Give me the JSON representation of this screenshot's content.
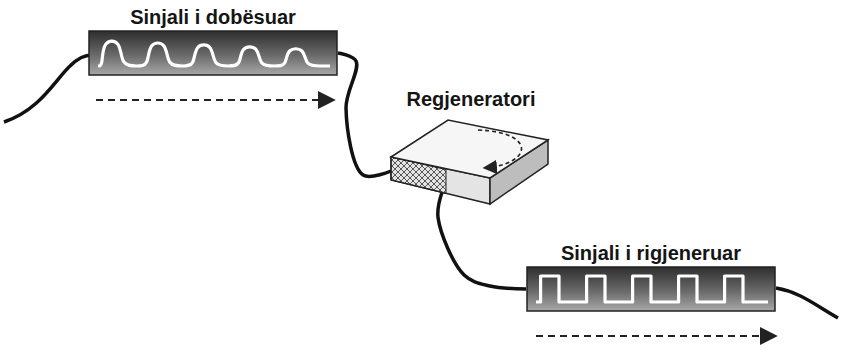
{
  "diagram": {
    "nodes": [
      {
        "text": [
          "Sinjali i dobësuar"
        ]
      },
      {
        "text": [
          "Regjeneratori"
        ]
      },
      {
        "text": [
          "Sinjali i rigjeneruar"
        ]
      }
    ],
    "edges": [
      {
        "from": 0,
        "to": 1,
        "arrow": "none"
      },
      {
        "from": 1,
        "to": 2,
        "arrow": "none"
      }
    ]
  }
}
